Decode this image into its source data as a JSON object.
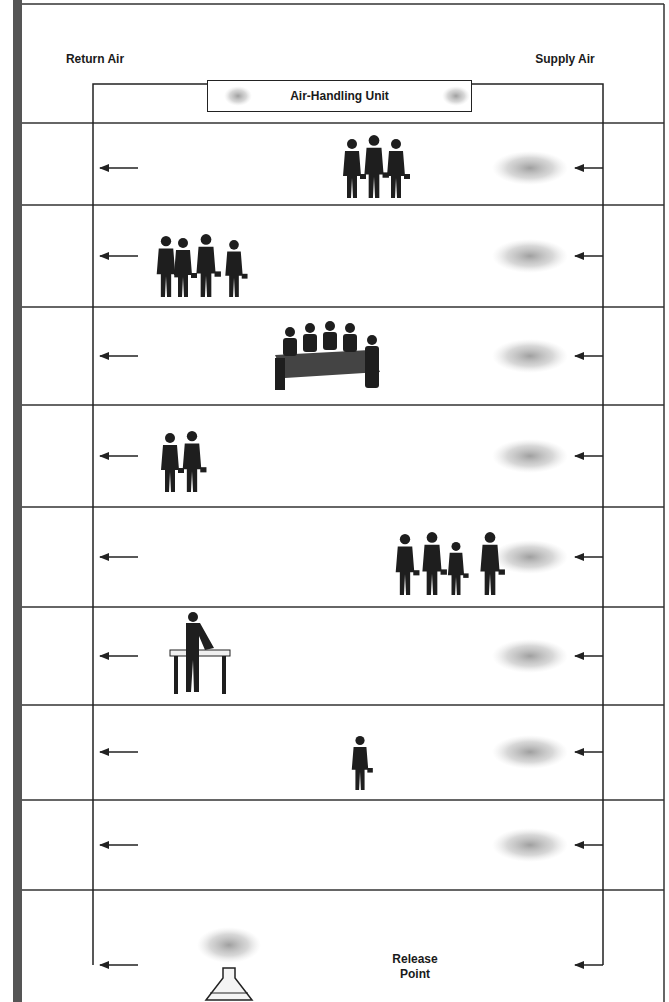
{
  "diagram": {
    "nodes": [
      {
        "text": [
          "Air-Handling Unit"
        ]
      }
    ],
    "labels": [
      "Return Air",
      "Supply Air",
      "Release Point"
    ]
  }
}
